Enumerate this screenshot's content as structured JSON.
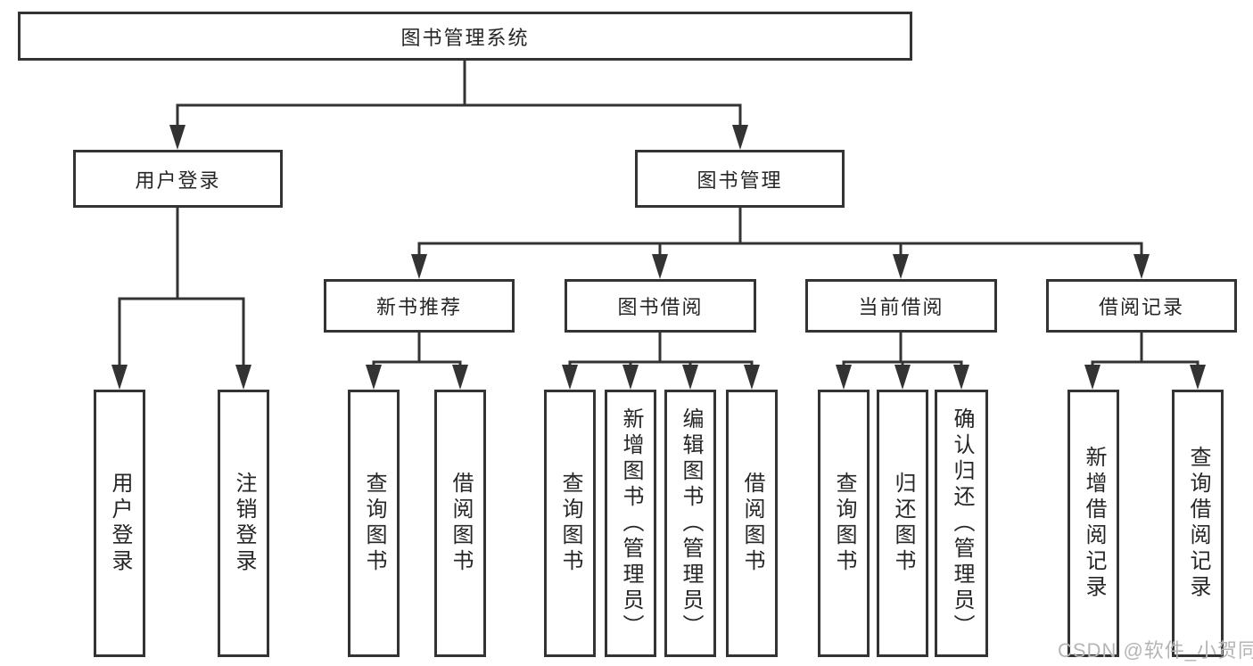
{
  "colors": {
    "line": "#333333",
    "node_border": "#333333",
    "node_text": "#262626",
    "background": "#ffffff",
    "watermark_text": "#b5b5b5"
  },
  "tree": {
    "label": "图书管理系统",
    "children": [
      {
        "label": "用户登录",
        "children": [
          {
            "label": "用户登录"
          },
          {
            "label": "注销登录"
          }
        ]
      },
      {
        "label": "图书管理",
        "children": [
          {
            "label": "新书推荐",
            "children": [
              {
                "label": "查询图书"
              },
              {
                "label": "借阅图书"
              }
            ]
          },
          {
            "label": "图书借阅",
            "children": [
              {
                "label": "查询图书"
              },
              {
                "label": "新增图书（管理员）"
              },
              {
                "label": "编辑图书（管理员）"
              },
              {
                "label": "借阅图书"
              }
            ]
          },
          {
            "label": "当前借阅",
            "children": [
              {
                "label": "查询图书"
              },
              {
                "label": "归还图书"
              },
              {
                "label": "确认归还（管理员）"
              }
            ]
          },
          {
            "label": "借阅记录",
            "children": [
              {
                "label": "新增借阅记录"
              },
              {
                "label": "查询借阅记录"
              }
            ]
          }
        ]
      }
    ]
  },
  "watermark": {
    "text": "CSDN @软件_小贺同学"
  }
}
